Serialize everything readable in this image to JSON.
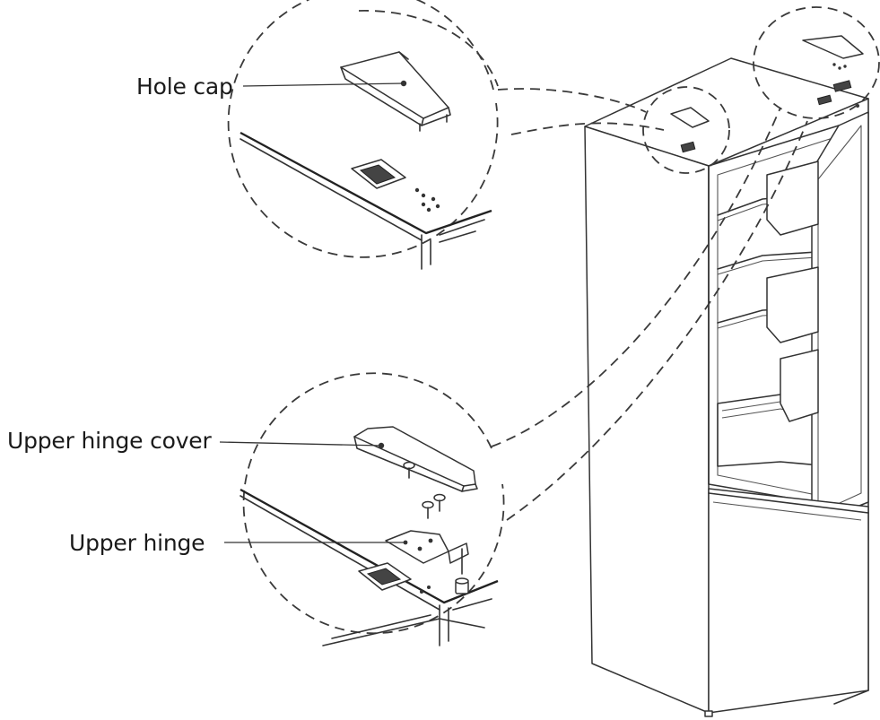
{
  "labels": {
    "hole_cap": "Hole cap",
    "upper_hinge_cover": "Upper hinge cover",
    "upper_hinge": "Upper hinge"
  },
  "colors": {
    "line": "#333333",
    "background": "#ffffff"
  }
}
